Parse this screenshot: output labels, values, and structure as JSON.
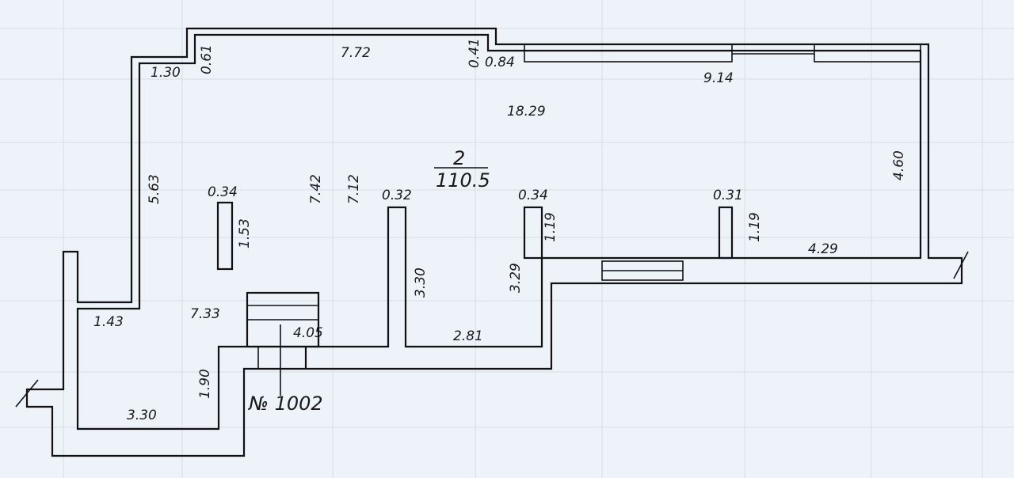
{
  "plan": {
    "room_number": "2",
    "room_area": "110.5",
    "plan_number": "№ 1002"
  },
  "dimensions": {
    "top_wall": "7.72",
    "left_jog_top": "0.61",
    "left_jog_side": "1.30",
    "right_jog_top": "0.41",
    "right_jog_side": "0.84",
    "right_top_wall": "9.14",
    "inner_length": "18.29",
    "right_wall": "4.60",
    "left_wall_upper": "5.63",
    "column1_width": "0.34",
    "column1_height": "1.53",
    "mid_height_a": "7.42",
    "mid_height_b": "7.12",
    "partition1_width": "0.32",
    "partition2_width": "0.34",
    "partition2_offset": "1.19",
    "column2_width": "0.31",
    "column2_height": "1.19",
    "bottom_right_wall": "4.29",
    "partition1_height": "3.30",
    "partition2_height": "3.29",
    "entry_left": "1.43",
    "entry_depth": "7.33",
    "stair_wall": "4.05",
    "between_partitions": "2.81",
    "lower_left_height": "1.90",
    "lower_left_width": "3.30"
  }
}
